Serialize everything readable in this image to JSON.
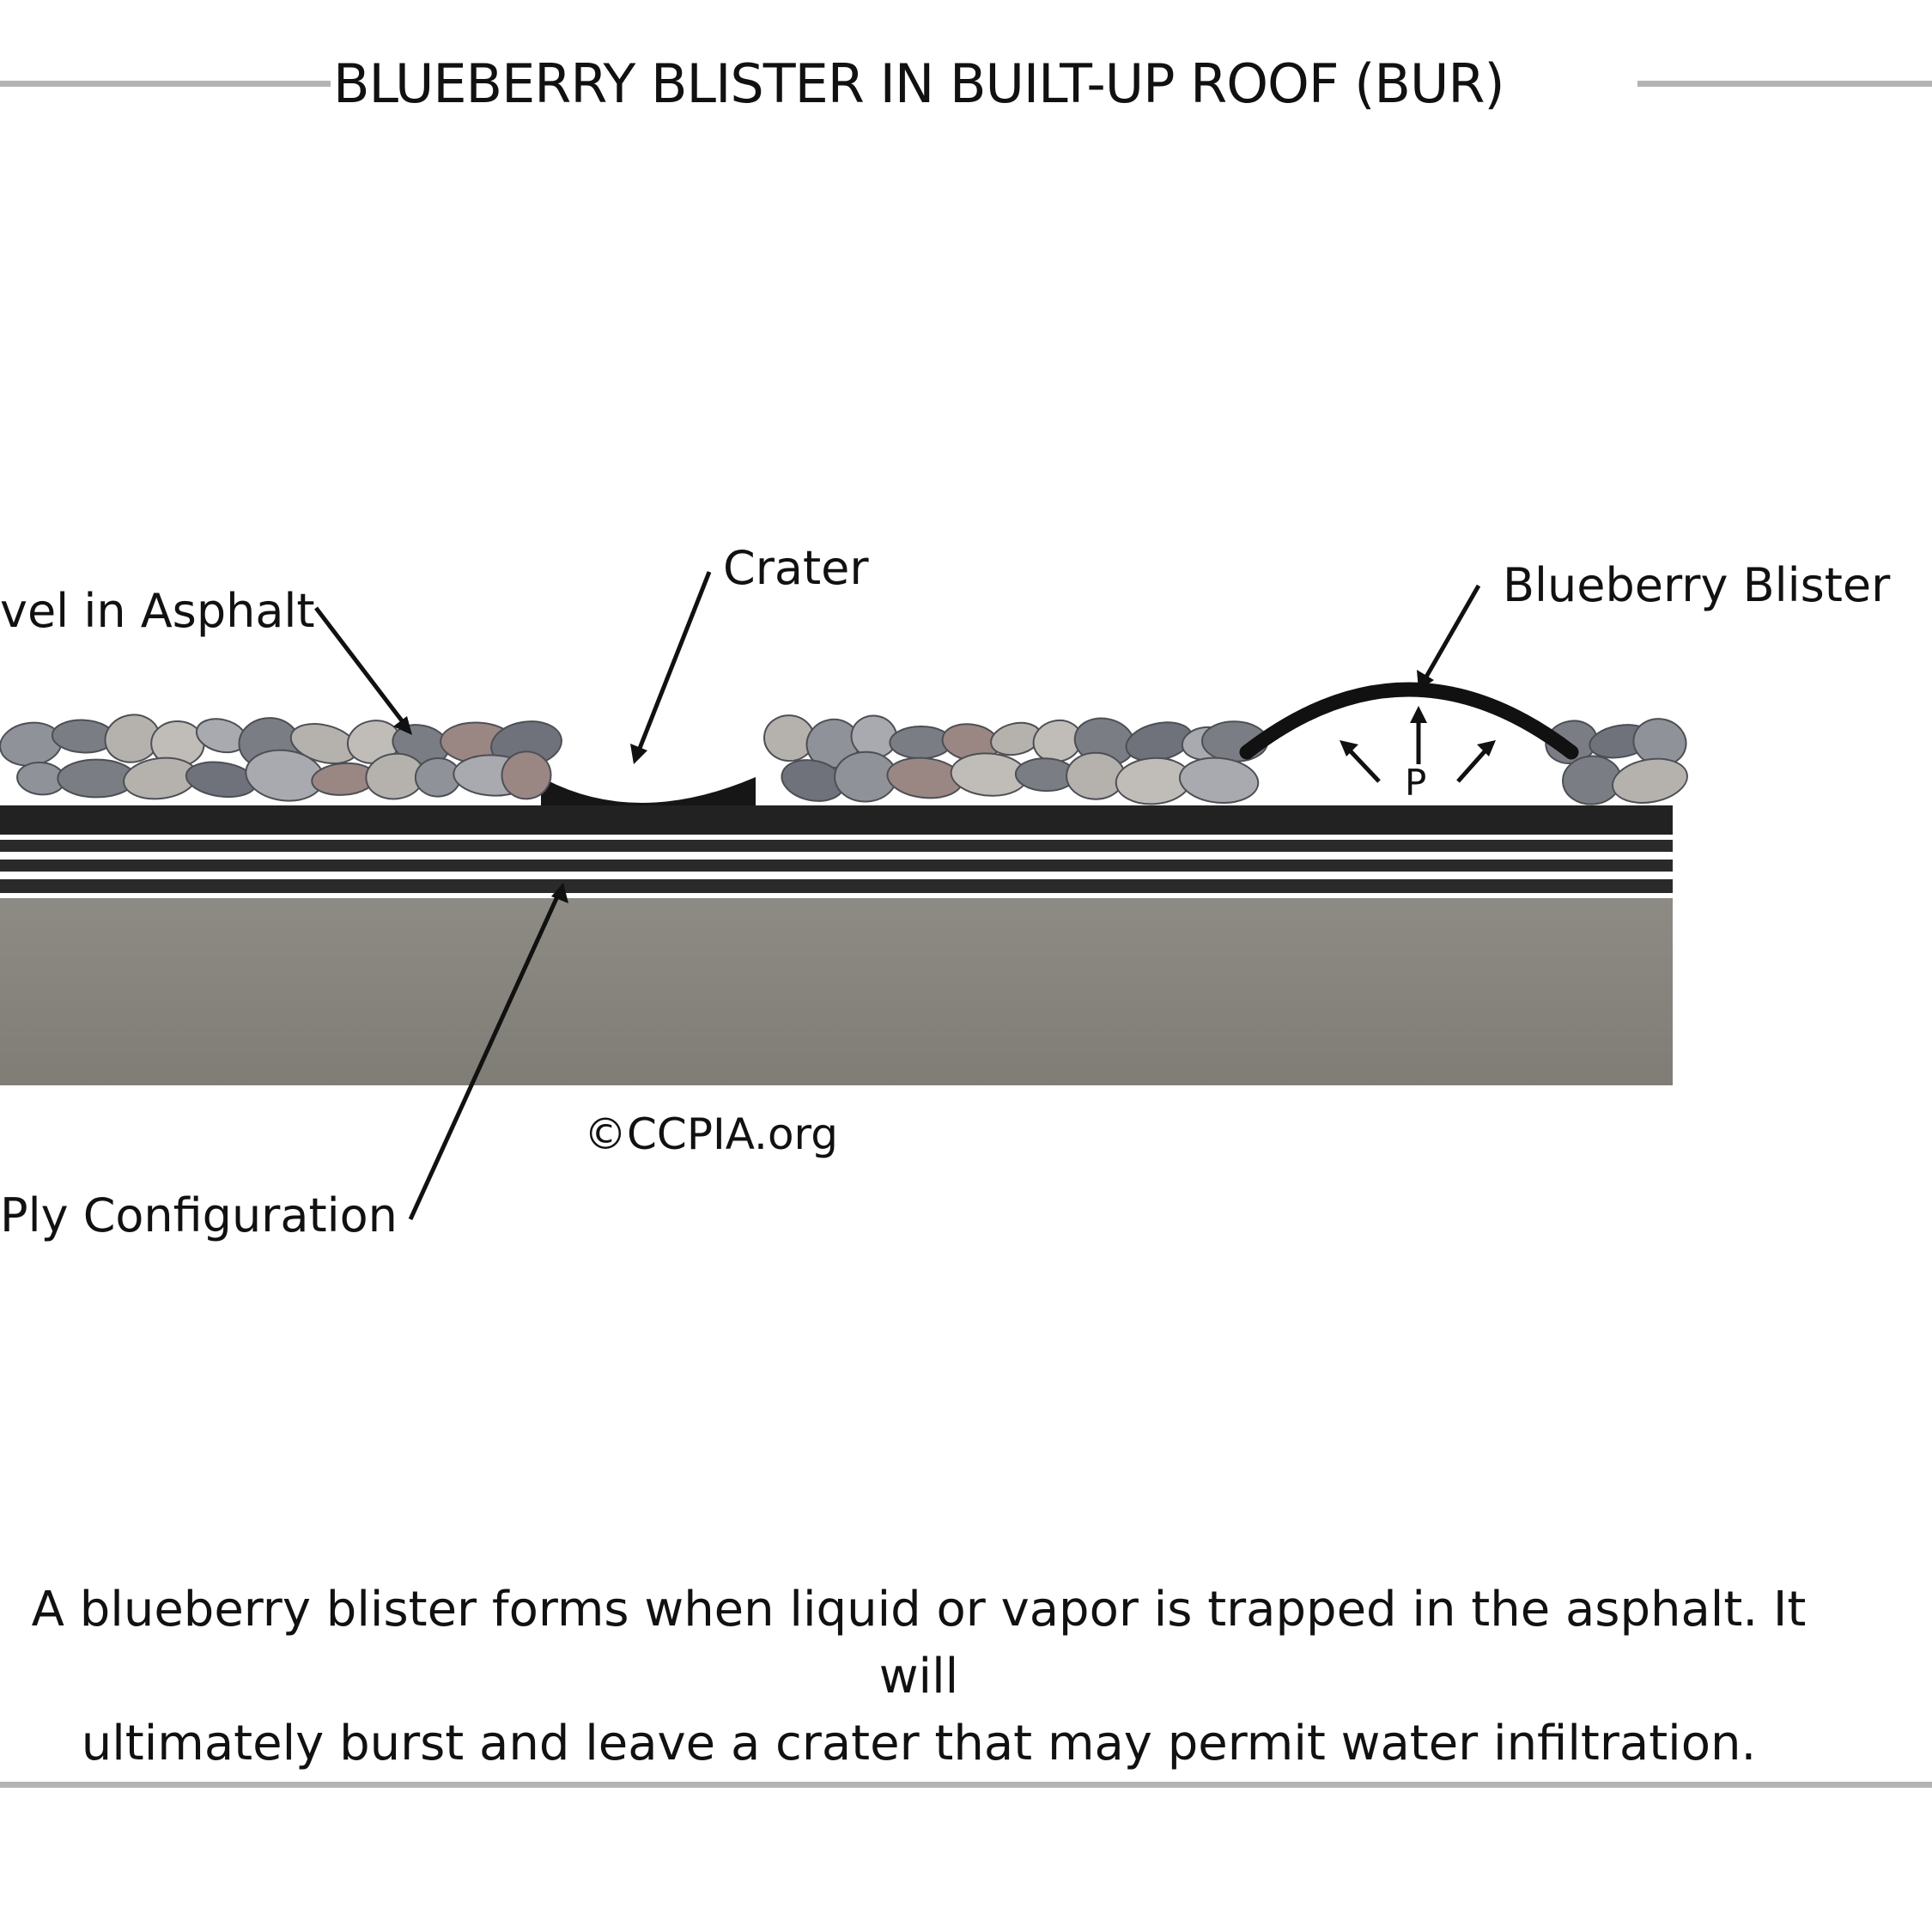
{
  "title": "BLUEBERRY BLISTER IN BUILT-UP ROOF (BUR)",
  "labels": {
    "gravel": "vel in Asphalt",
    "crater": "Crater",
    "blister": "Blueberry Blister",
    "pressure": "P",
    "copyright": "©CCPIA.org",
    "ply": "Ply Configuration"
  },
  "caption": {
    "line1": "A blueberry blister forms when liquid or vapor is trapped in the asphalt. It will",
    "line2": "ultimately burst and leave a crater that may permit water infiltration."
  },
  "colors": {
    "asphalt": "#222222",
    "deck": "#86847d",
    "rule": "#b3b3b3",
    "gravel": [
      "#8f9298",
      "#a8aab0",
      "#7a7d84",
      "#9a8784",
      "#b5b2ad",
      "#6f727a",
      "#c0bdb8"
    ]
  }
}
